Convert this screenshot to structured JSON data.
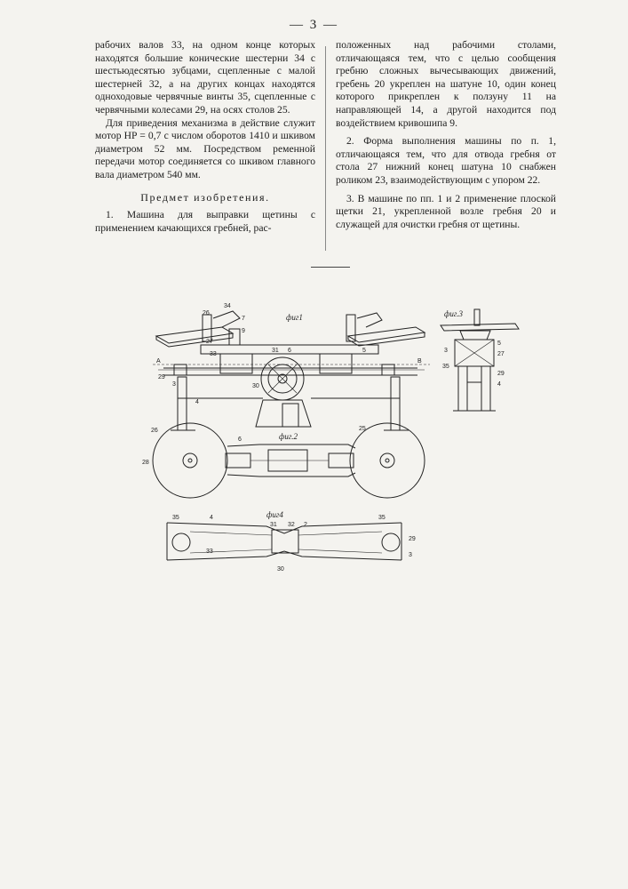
{
  "page": {
    "number": "— 3 —"
  },
  "left_column": {
    "p1": "рабочих валов 33, на одном конце которых находятся большие конические шестерни 34 с шестьюдесятью зубцами, сцепленные с малой шестерней 32, а на других концах находятся одноходовые червячные винты 35, сцепленные с червячными колесами 29, на осях столов 25.",
    "p2": "Для приведения механизма в действие служит мотор HP = 0,7 с числом оборотов 1410 и шкивом диаметром 52 мм. Посредством ременной передачи мотор соединяется со шкивом главного вала диаметром 540 мм.",
    "heading": "Предмет изобретения.",
    "p3": "1. Машина для выправки щетины с применением качающихся гребней, рас-"
  },
  "right_column": {
    "p1": "положенных над рабочими столами, отличающаяся тем, что с целью сообщения гребню сложных вычесывающих движений, гребень 20 укреплен на шатуне 10, один конец которого прикреплен к ползуну 11 на направляющей 14, а другой находится под воздействием кривошипа 9.",
    "p2": "2. Форма выполнения машины по п. 1, отличающаяся тем, что для отвода гребня от стола 27 нижний конец шатуна 10 снабжен роликом 23, взаимодействующим с упором 22.",
    "p3": "3. В машине по пп. 1 и 2 применение плоской щетки 21, укрепленной возле гребня 20 и служащей для очистки гребня от щетины."
  },
  "figures": {
    "fig1": {
      "caption": "фиг1",
      "labels": [
        "26",
        "34",
        "7",
        "9",
        "27",
        "33",
        "31",
        "6",
        "5",
        "A",
        "B",
        "3",
        "29",
        "30",
        "4"
      ]
    },
    "fig2": {
      "caption": "фиг.2",
      "labels": [
        "26",
        "25",
        "28",
        "6"
      ]
    },
    "fig3": {
      "caption": "фиг.3",
      "labels": [
        "3",
        "5",
        "27",
        "35",
        "29",
        "4"
      ]
    },
    "fig4": {
      "caption": "фиг4",
      "labels": [
        "35",
        "4",
        "31",
        "32",
        "2",
        "33",
        "35",
        "29",
        "3",
        "30"
      ]
    }
  }
}
